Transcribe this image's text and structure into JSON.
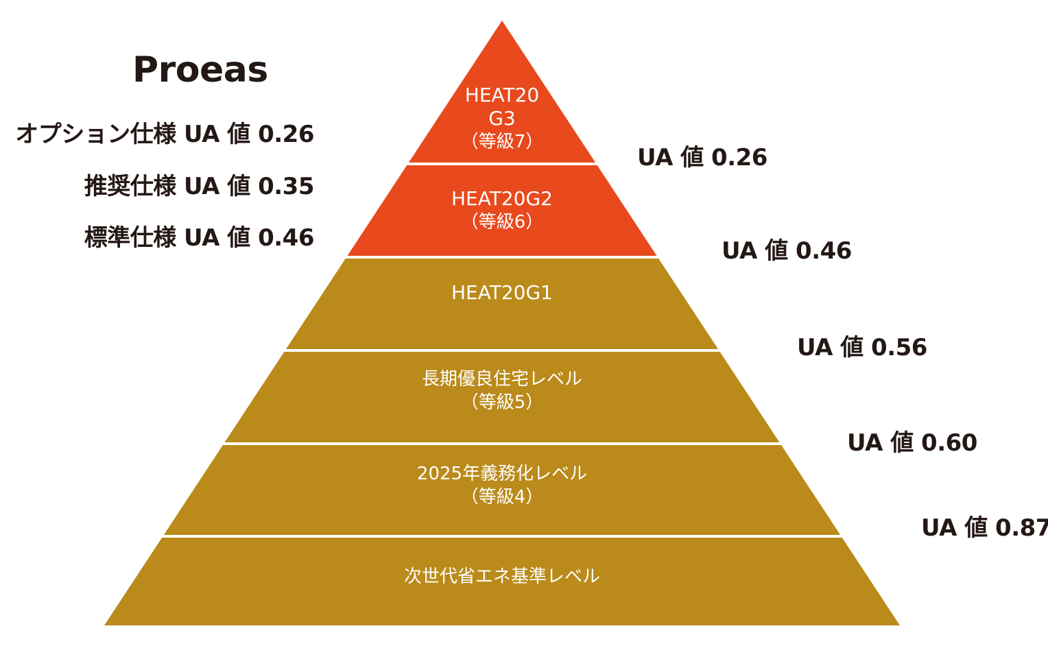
{
  "brand": "Proeas",
  "left_specs": [
    "オプション仕様 UA 値 0.26",
    "推奨仕様 UA 値 0.35",
    "標準仕様 UA 値 0.46"
  ],
  "colors": {
    "upper": "#E8491D",
    "lower": "#BA8A1A",
    "text": "#231815"
  },
  "levels": [
    {
      "line1": "HEAT20",
      "line2": "G3",
      "line3": "（等級7）",
      "color": "upper"
    },
    {
      "line1": "HEAT20G2",
      "line2": "（等級6）",
      "color": "upper"
    },
    {
      "line1": "HEAT20G1",
      "color": "lower"
    },
    {
      "line1": "長期優良住宅レベル",
      "line2": "（等級5）",
      "color": "lower"
    },
    {
      "line1": "2025年義務化レベル",
      "line2": "（等級4）",
      "color": "lower"
    },
    {
      "line1": "次世代省エネ基準レベル",
      "color": "lower"
    }
  ],
  "ua_values": [
    "UA 値 0.26",
    "UA 値 0.46",
    "UA 値 0.56",
    "UA 値 0.60",
    "UA 値 0.87"
  ]
}
